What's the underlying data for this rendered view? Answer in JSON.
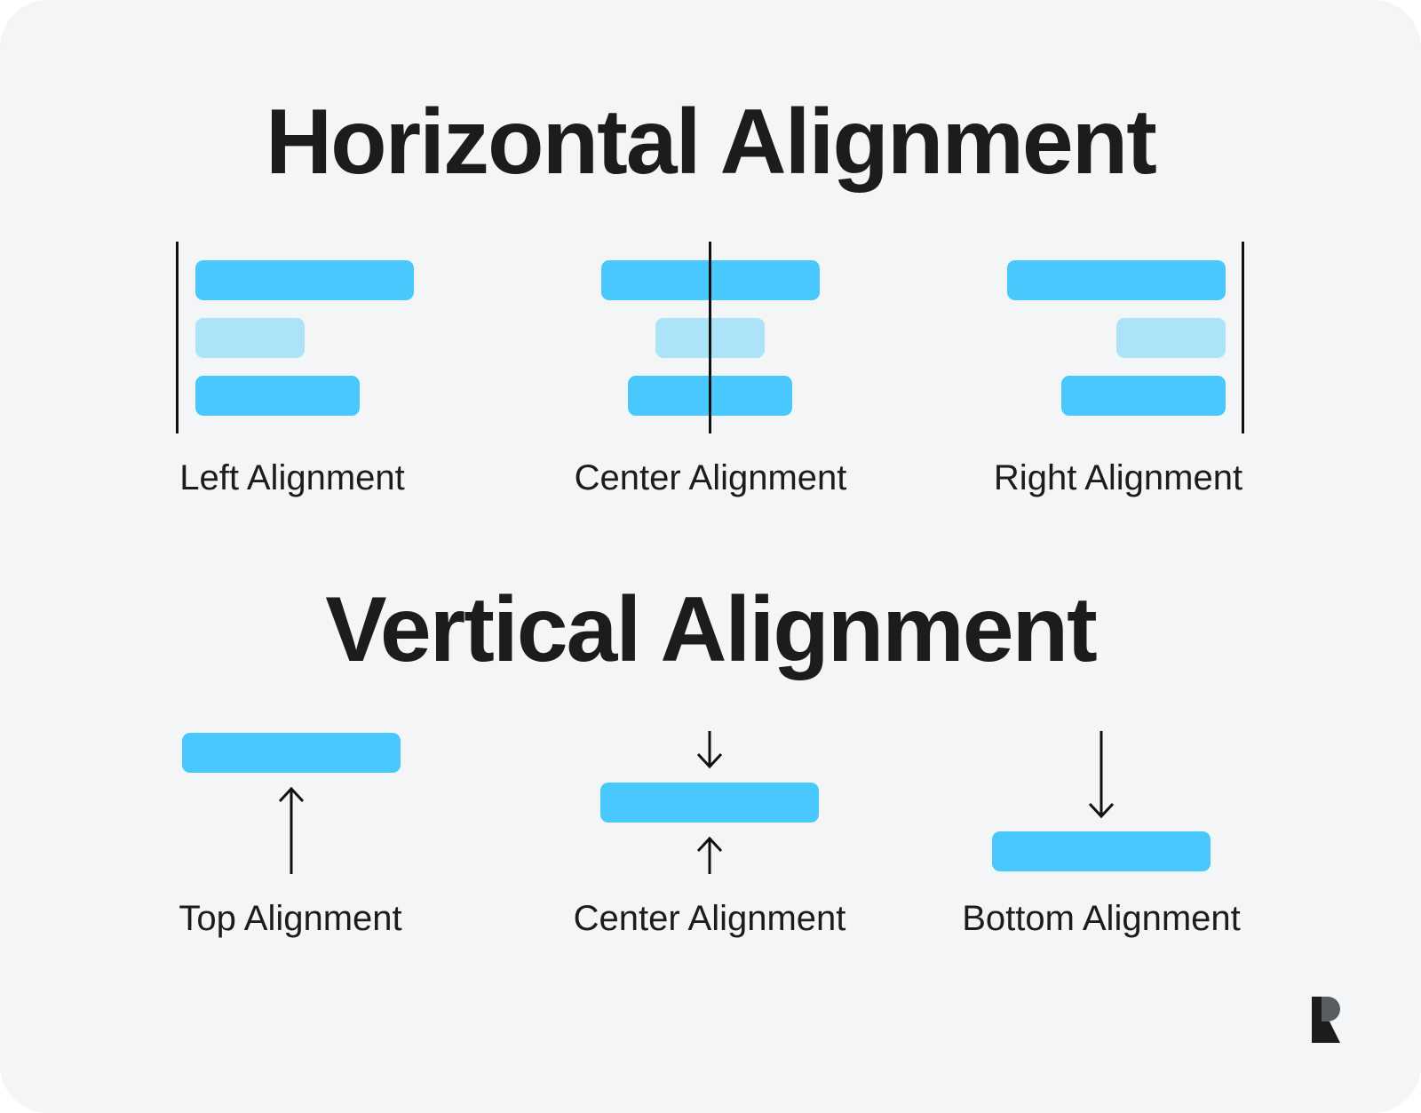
{
  "colors": {
    "background": "#f3f5f7",
    "bar_primary": "#48c8fc",
    "bar_secondary": "#ade3f8",
    "guide_line": "#111111",
    "text": "#1b1c1c"
  },
  "horizontal": {
    "title": "Horizontal Alignment",
    "left_label": "Left Alignment",
    "center_label": "Center Alignment",
    "right_label": "Right Alignment"
  },
  "vertical": {
    "title": "Vertical Alignment",
    "top_label": "Top Alignment",
    "center_label": "Center Alignment",
    "bottom_label": "Bottom Alignment"
  },
  "icons": {
    "arrow_up": "arrow-up-icon",
    "arrow_down": "arrow-down-icon",
    "logo": "brand-logo-icon"
  }
}
